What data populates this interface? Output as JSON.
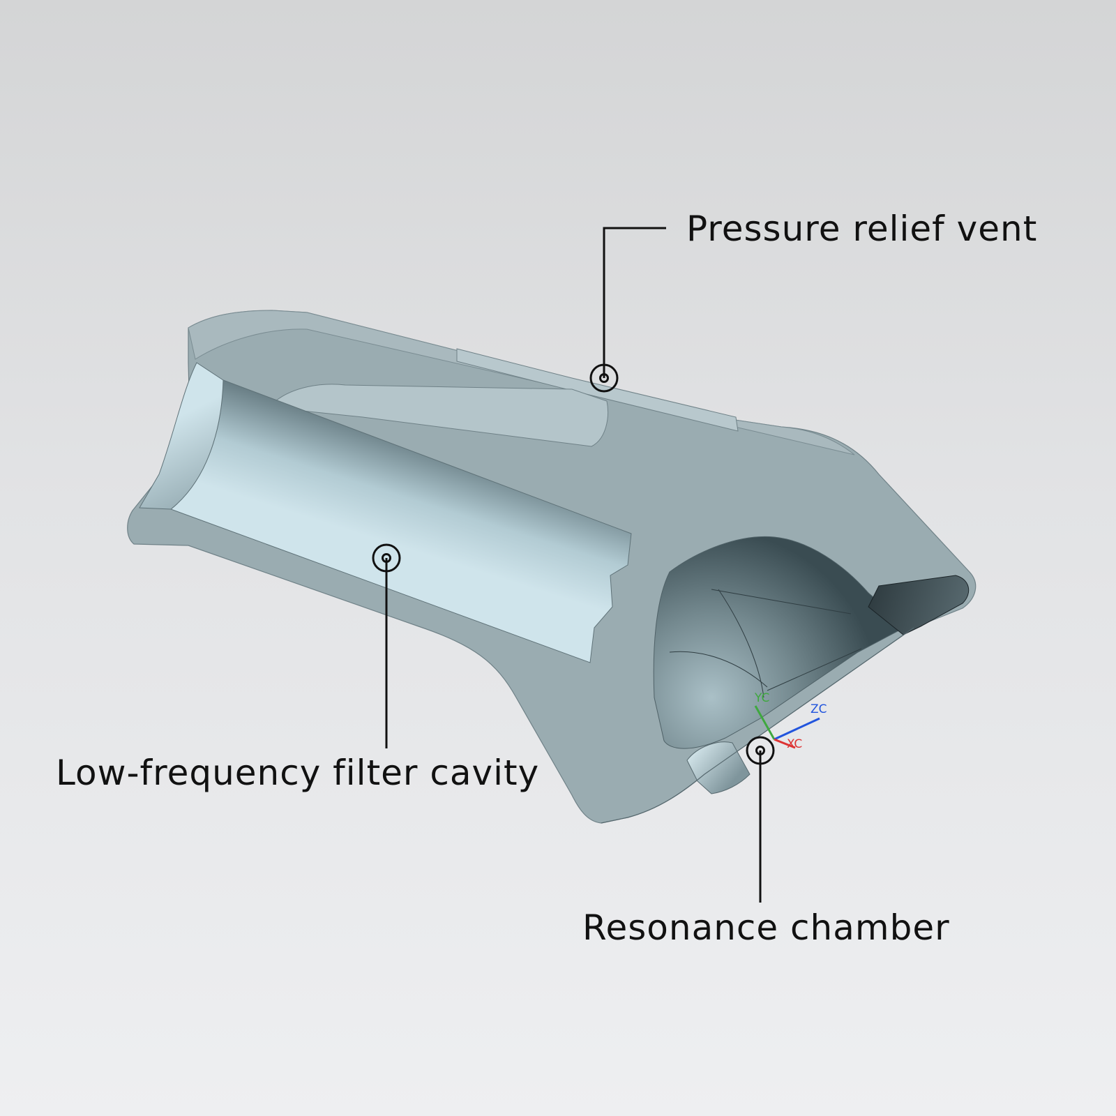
{
  "callouts": {
    "vent": "Pressure relief vent",
    "cavity": "Low-frequency filter cavity",
    "chamber": "Resonance chamber"
  },
  "triad": {
    "y": "YC",
    "z": "ZC",
    "x": "XC"
  },
  "colors": {
    "background_top": "#d4d5d6",
    "background_bottom": "#eeeff1",
    "part_face": "#9aacb1",
    "part_inner_light": "#cde3ea",
    "part_inner_dark": "#40535a",
    "callout_line": "#111111",
    "axis_y": "#3fa83f",
    "axis_z": "#2255dd",
    "axis_x": "#dd3333"
  }
}
